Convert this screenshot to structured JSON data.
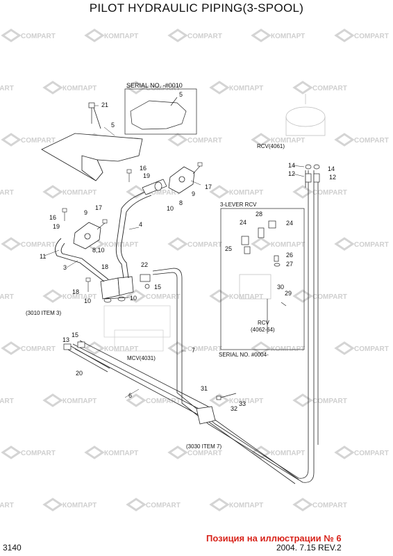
{
  "title": "PILOT HYDRAULIC PIPING(3-SPOOL)",
  "page_number": "3140",
  "footer_note": "Позиция на иллюстрации № 6",
  "footer_date": "2004. 7.15  REV.2",
  "watermark": {
    "en": "COMPART",
    "ru": "КОМПАРТ"
  },
  "insets": {
    "serial_top": "SERIAL NO. -#0010",
    "lever_title": "3-LEVER RCV",
    "rcv_inset": "RCV",
    "rcv_inset_code": "(4062-64)",
    "serial_bottom": "SERIAL NO. #0004-"
  },
  "refs": {
    "rcv_top": "RCV(4061)",
    "mcv": "MCV(4031)",
    "item3010": "(3010 ITEM 3)",
    "item3030": "(3030 ITEM 7)"
  },
  "callouts": [
    "5",
    "21",
    "5",
    "16",
    "19",
    "17",
    "9",
    "10",
    "8",
    "17",
    "9",
    "16",
    "19",
    "4",
    "8,10",
    "11",
    "3",
    "18",
    "22",
    "15",
    "18",
    "10",
    "10",
    "13",
    "15",
    "7",
    "20",
    "6",
    "31",
    "33",
    "32",
    "14",
    "12",
    "14",
    "12",
    "28",
    "24",
    "24",
    "25",
    "26",
    "27",
    "30",
    "29"
  ]
}
